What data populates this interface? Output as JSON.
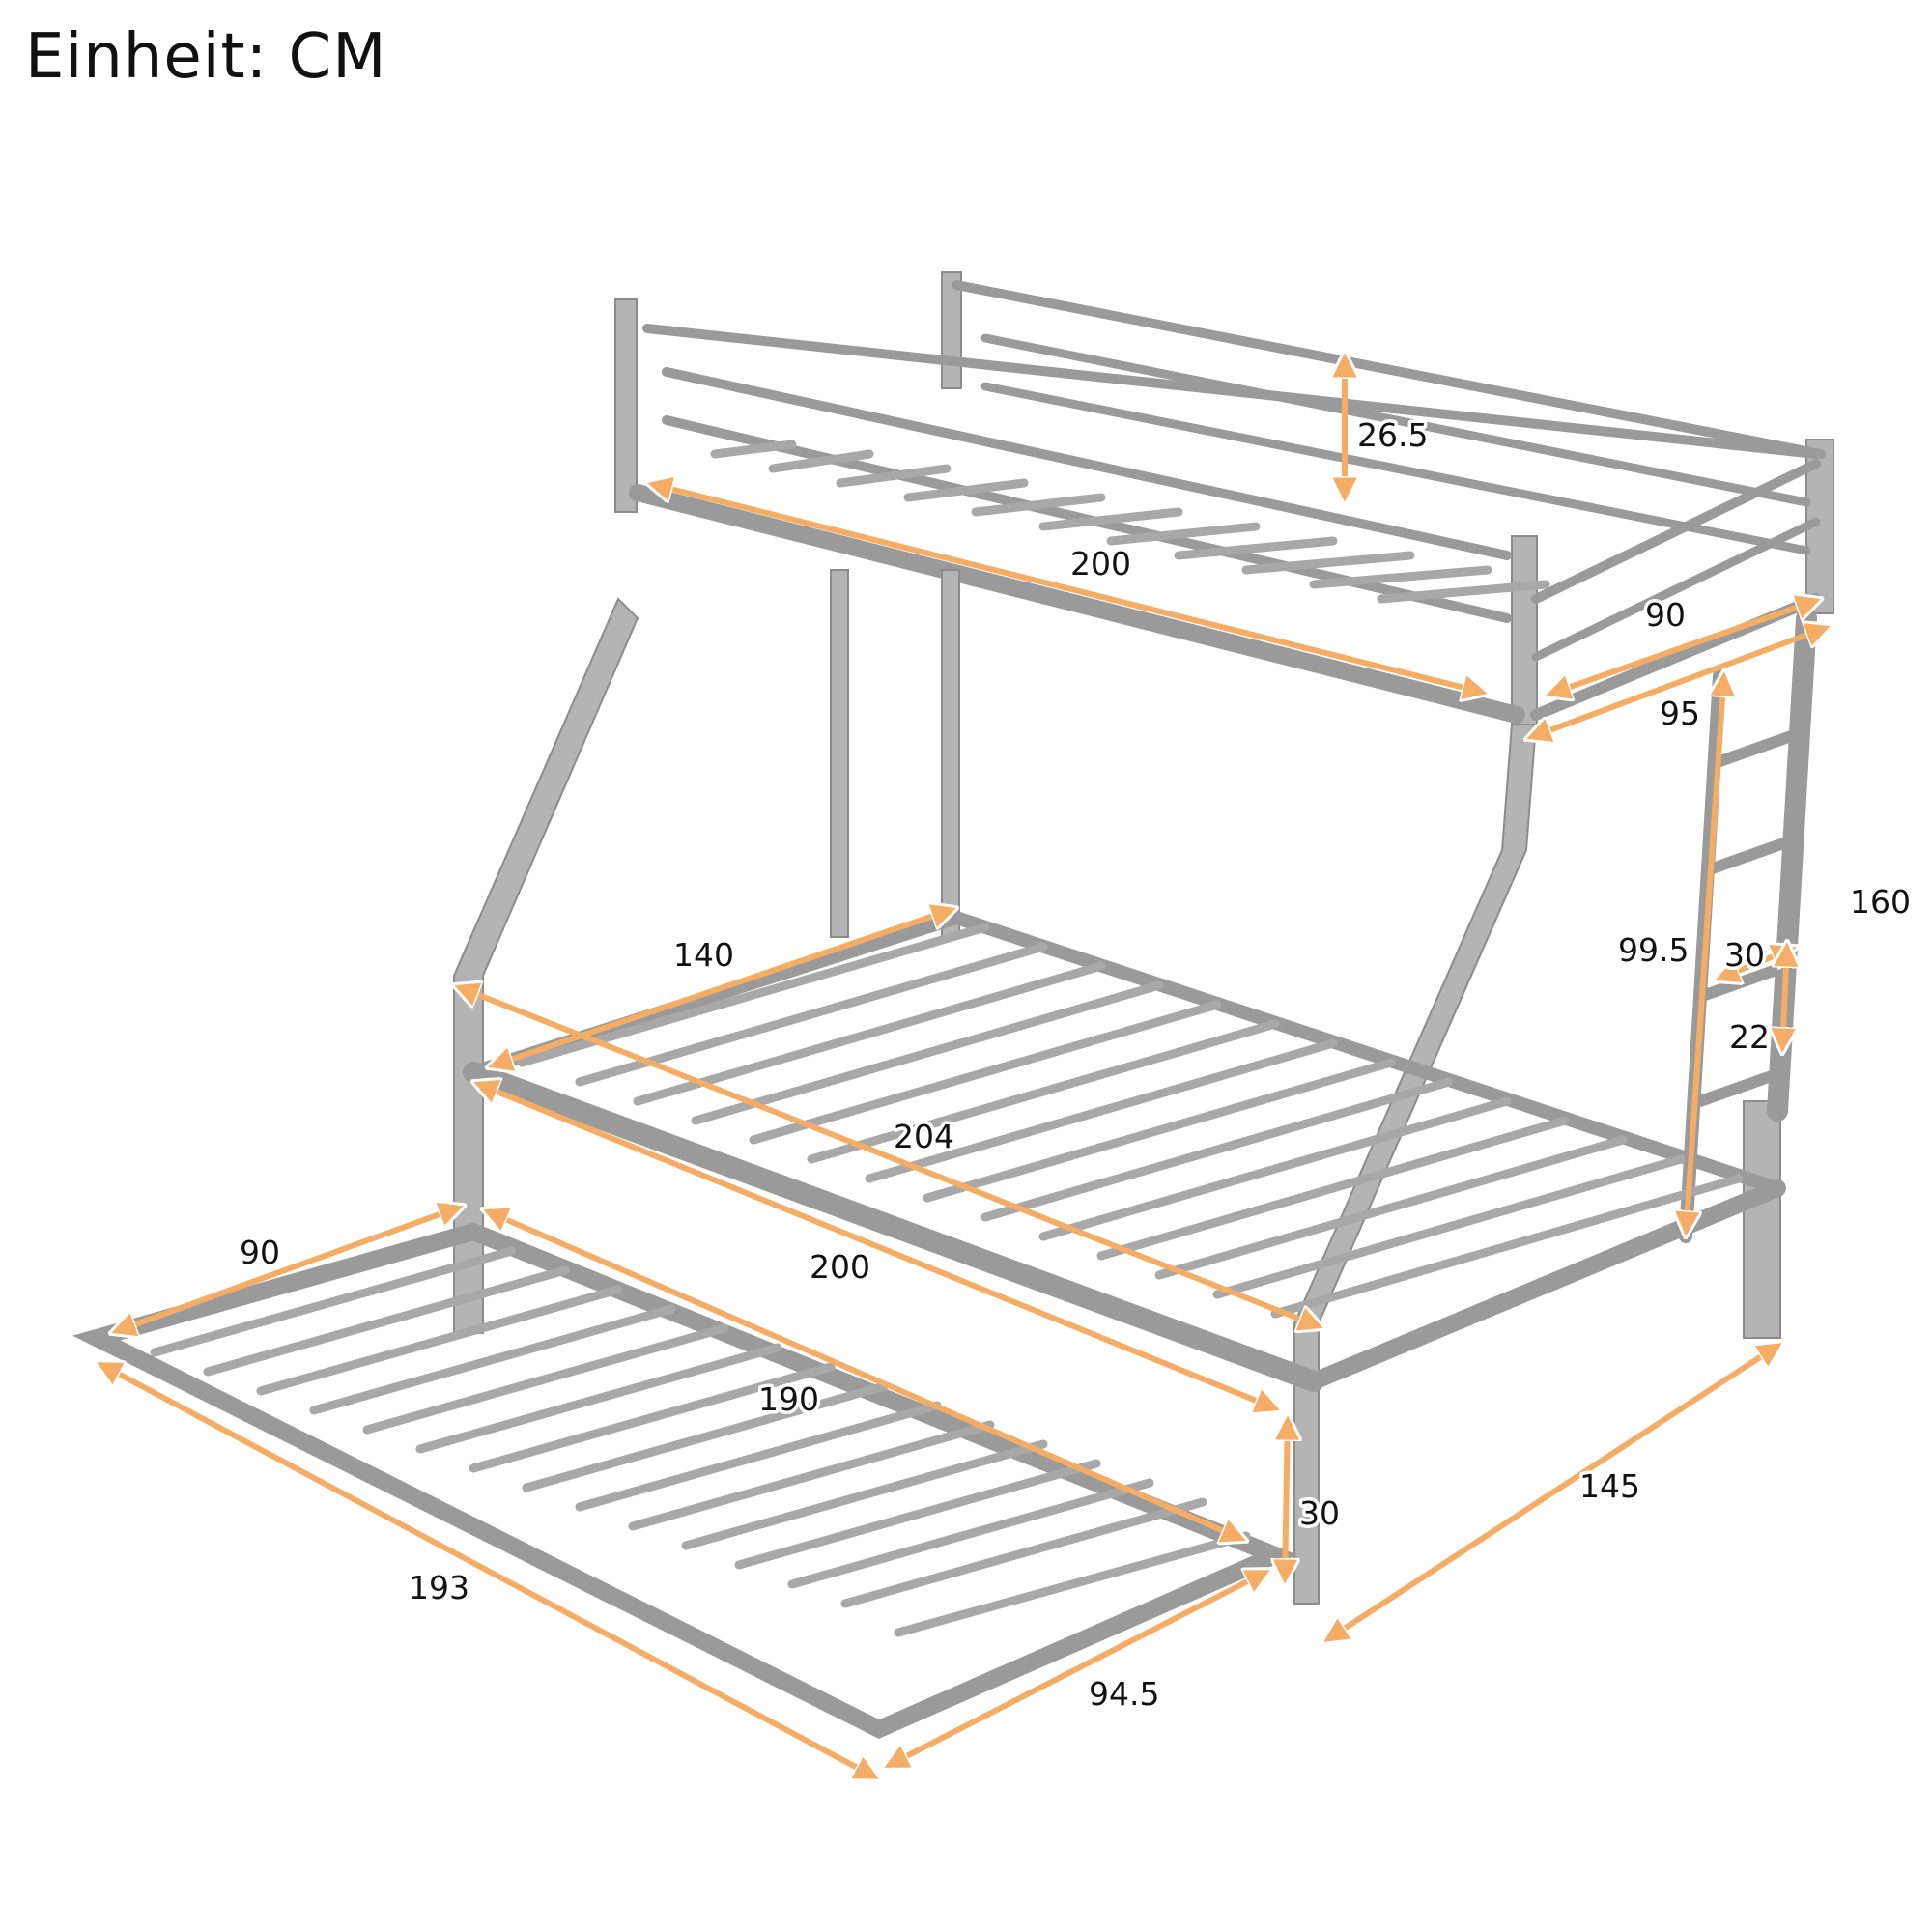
{
  "header": {
    "unit_label": "Einheit: CM"
  },
  "colors": {
    "dimension_arrow": "#f5ad66",
    "frame": "#a8a8a8",
    "text": "#111111",
    "background": "#ffffff"
  },
  "product": {
    "type": "bunk bed with trundle",
    "material_color": "silver-gray metal"
  },
  "dimensions": {
    "top_rail_height": "26.5",
    "top_bunk_length": "200",
    "top_bunk_inner_width": "90",
    "top_bunk_outer_width": "95",
    "overall_height": "160",
    "ladder_height": "99.5",
    "ladder_step_width": "30",
    "ladder_step_spacing": "22",
    "bottom_bunk_width": "140",
    "bottom_bunk_outer_length": "204",
    "bottom_bunk_length": "200",
    "overall_depth": "145",
    "lower_clearance": "30",
    "trundle_width": "90",
    "trundle_length": "190",
    "trundle_outer_length": "193",
    "trundle_outer_width": "94.5"
  }
}
